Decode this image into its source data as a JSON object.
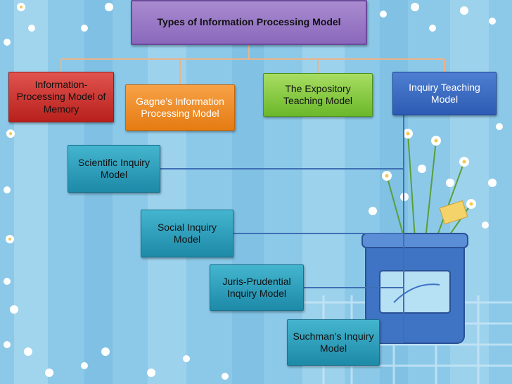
{
  "root": {
    "label": "Types of Information Processing Model"
  },
  "models": [
    {
      "label": "Information-Processing Model of Memory"
    },
    {
      "label": "Gagne’s Information Processing Model"
    },
    {
      "label": "The Expository Teaching Model"
    },
    {
      "label": "Inquiry Teaching Model"
    }
  ],
  "inquiry_types": [
    {
      "label": "Scientific Inquiry Model"
    },
    {
      "label": "Social Inquiry Model"
    },
    {
      "label": "Juris-Prudential Inquiry Model"
    },
    {
      "label": "Suchman’s Inquiry Model"
    }
  ],
  "colors": {
    "root": "#9a7bc8",
    "model_1": "#d03a35",
    "model_2": "#f08a25",
    "model_3": "#8ccc45",
    "model_4": "#3a6cc4",
    "inquiry_boxes": "#2aa0be",
    "background": "#8cc9e8"
  }
}
